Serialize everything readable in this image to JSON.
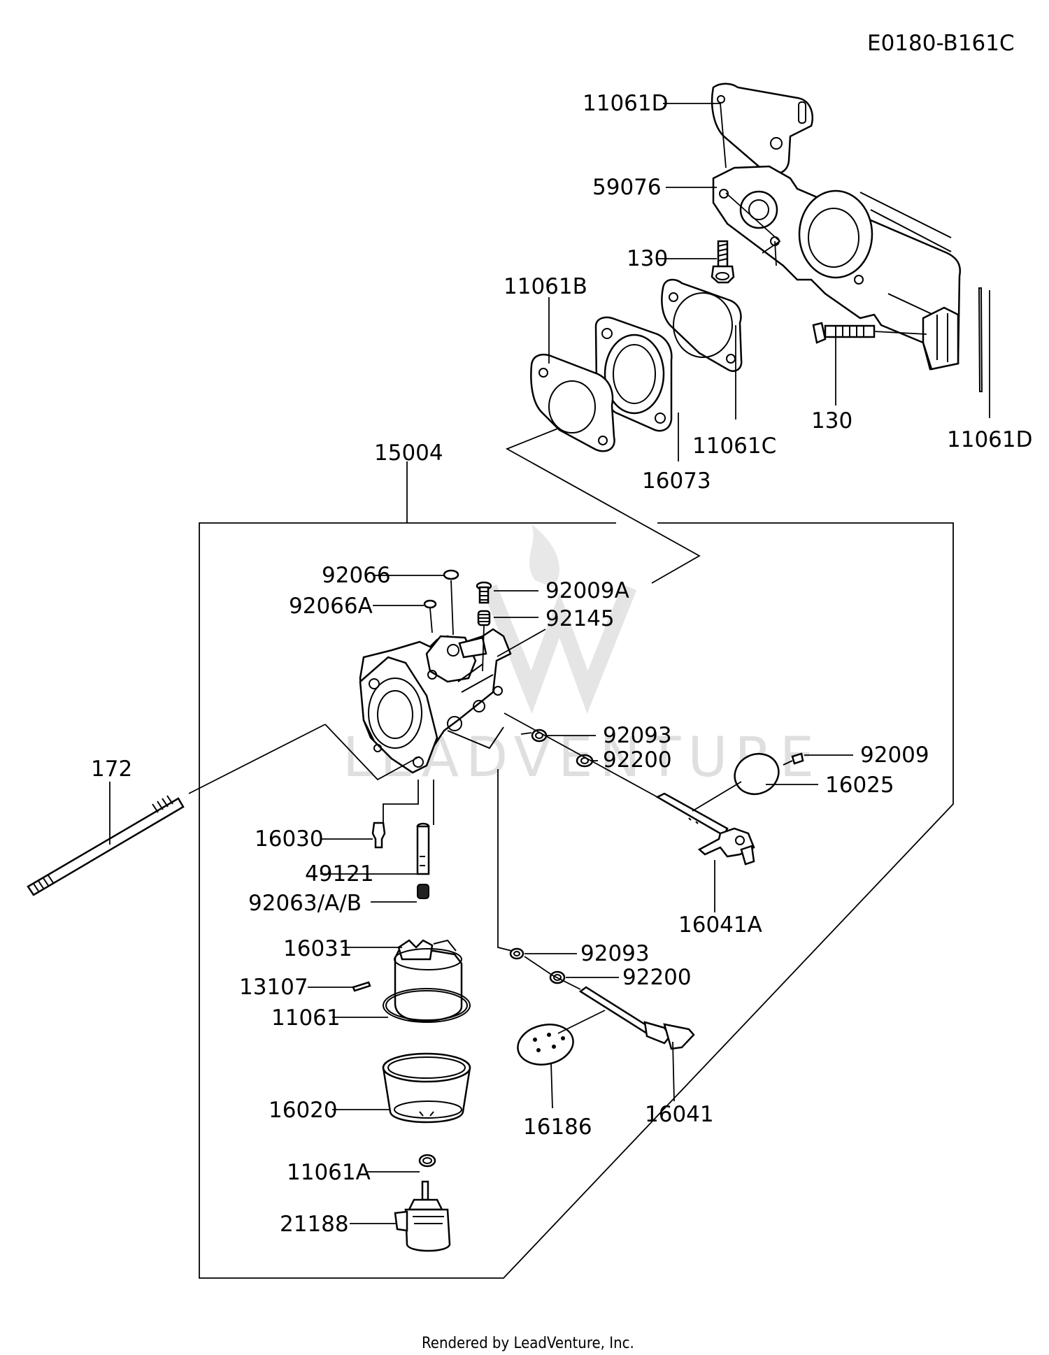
{
  "diagram_code": "E0180-B161C",
  "footer": "Rendered by LeadVenture, Inc.",
  "watermark": "LEADVENTURE",
  "callouts": {
    "p11061D_top": "11061D",
    "p59076": "59076",
    "p130_upper": "130",
    "p11061B": "11061B",
    "p11061C": "11061C",
    "p16073": "16073",
    "p130_lower": "130",
    "p11061D_right": "11061D",
    "p15004": "15004",
    "p92066": "92066",
    "p92066A": "92066A",
    "p92009A": "92009A",
    "p92145": "92145",
    "p92093_upper": "92093",
    "p92200_upper": "92200",
    "p92009": "92009",
    "p16025": "16025",
    "p172": "172",
    "p16030": "16030",
    "p49121": "49121",
    "p92063": "92063/A/B",
    "p16041A": "16041A",
    "p16031": "16031",
    "p13107": "13107",
    "p11061": "11061",
    "p92093_lower": "92093",
    "p92200_lower": "92200",
    "p16020": "16020",
    "p16186": "16186",
    "p16041": "16041",
    "p11061A": "11061A",
    "p21188": "21188"
  }
}
